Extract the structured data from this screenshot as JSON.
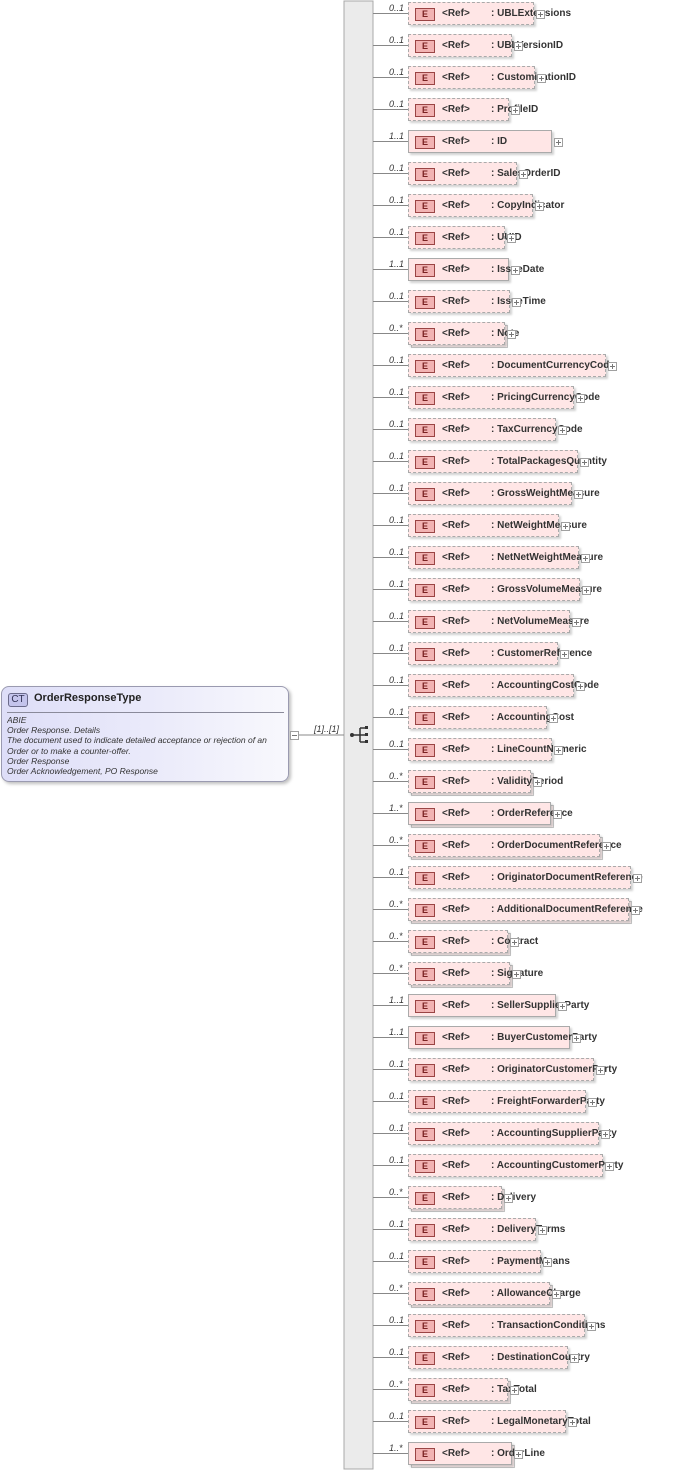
{
  "complex_type": {
    "badge": "CT",
    "name": "OrderResponseType",
    "documentation": [
      "ABIE",
      "Order Response. Details",
      "The document used to indicate detailed acceptance or rejection of an",
      "Order or to make a counter-offer.",
      "Order Response",
      "Order Acknowledgement, PO Response"
    ],
    "sequence_cardinality": "[1]..[1]"
  },
  "element_badge": "E",
  "ref_label": "<Ref>",
  "elements": [
    {
      "name": ": UBLExtensions",
      "card": "0..1",
      "required": false
    },
    {
      "name": ": UBLVersionID",
      "card": "0..1",
      "required": false
    },
    {
      "name": ": CustomizationID",
      "card": "0..1",
      "required": false
    },
    {
      "name": ": ProfileID",
      "card": "0..1",
      "required": false
    },
    {
      "name": ": ID",
      "card": "1..1",
      "required": true
    },
    {
      "name": ": SalesOrderID",
      "card": "0..1",
      "required": false
    },
    {
      "name": ": CopyIndicator",
      "card": "0..1",
      "required": false
    },
    {
      "name": ": UUID",
      "card": "0..1",
      "required": false
    },
    {
      "name": ": IssueDate",
      "card": "1..1",
      "required": true
    },
    {
      "name": ": IssueTime",
      "card": "0..1",
      "required": false
    },
    {
      "name": ": Note",
      "card": "0..*",
      "required": false
    },
    {
      "name": ": DocumentCurrencyCode",
      "card": "0..1",
      "required": false
    },
    {
      "name": ": PricingCurrencyCode",
      "card": "0..1",
      "required": false
    },
    {
      "name": ": TaxCurrencyCode",
      "card": "0..1",
      "required": false
    },
    {
      "name": ": TotalPackagesQuantity",
      "card": "0..1",
      "required": false
    },
    {
      "name": ": GrossWeightMeasure",
      "card": "0..1",
      "required": false
    },
    {
      "name": ": NetWeightMeasure",
      "card": "0..1",
      "required": false
    },
    {
      "name": ": NetNetWeightMeasure",
      "card": "0..1",
      "required": false
    },
    {
      "name": ": GrossVolumeMeasure",
      "card": "0..1",
      "required": false
    },
    {
      "name": ": NetVolumeMeasure",
      "card": "0..1",
      "required": false
    },
    {
      "name": ": CustomerReference",
      "card": "0..1",
      "required": false
    },
    {
      "name": ": AccountingCostCode",
      "card": "0..1",
      "required": false
    },
    {
      "name": ": AccountingCost",
      "card": "0..1",
      "required": false
    },
    {
      "name": ": LineCountNumeric",
      "card": "0..1",
      "required": false
    },
    {
      "name": ": ValidityPeriod",
      "card": "0..*",
      "required": false
    },
    {
      "name": ": OrderReference",
      "card": "1..*",
      "required": true
    },
    {
      "name": ": OrderDocumentReference",
      "card": "0..*",
      "required": false
    },
    {
      "name": ": OriginatorDocumentReference",
      "card": "0..1",
      "required": false
    },
    {
      "name": ": AdditionalDocumentReference",
      "card": "0..*",
      "required": false
    },
    {
      "name": ": Contract",
      "card": "0..*",
      "required": false
    },
    {
      "name": ": Signature",
      "card": "0..*",
      "required": false
    },
    {
      "name": ": SellerSupplierParty",
      "card": "1..1",
      "required": true
    },
    {
      "name": ": BuyerCustomerParty",
      "card": "1..1",
      "required": true
    },
    {
      "name": ": OriginatorCustomerParty",
      "card": "0..1",
      "required": false
    },
    {
      "name": ": FreightForwarderParty",
      "card": "0..1",
      "required": false
    },
    {
      "name": ": AccountingSupplierParty",
      "card": "0..1",
      "required": false
    },
    {
      "name": ": AccountingCustomerParty",
      "card": "0..1",
      "required": false
    },
    {
      "name": ": Delivery",
      "card": "0..*",
      "required": false
    },
    {
      "name": ": DeliveryTerms",
      "card": "0..1",
      "required": false
    },
    {
      "name": ": PaymentMeans",
      "card": "0..1",
      "required": false
    },
    {
      "name": ": AllowanceCharge",
      "card": "0..*",
      "required": false
    },
    {
      "name": ": TransactionConditions",
      "card": "0..1",
      "required": false
    },
    {
      "name": ": DestinationCountry",
      "card": "0..1",
      "required": false
    },
    {
      "name": ": TaxTotal",
      "card": "0..*",
      "required": false
    },
    {
      "name": ": LegalMonetaryTotal",
      "card": "0..1",
      "required": false
    },
    {
      "name": ": OrderLine",
      "card": "1..*",
      "required": true
    }
  ]
}
